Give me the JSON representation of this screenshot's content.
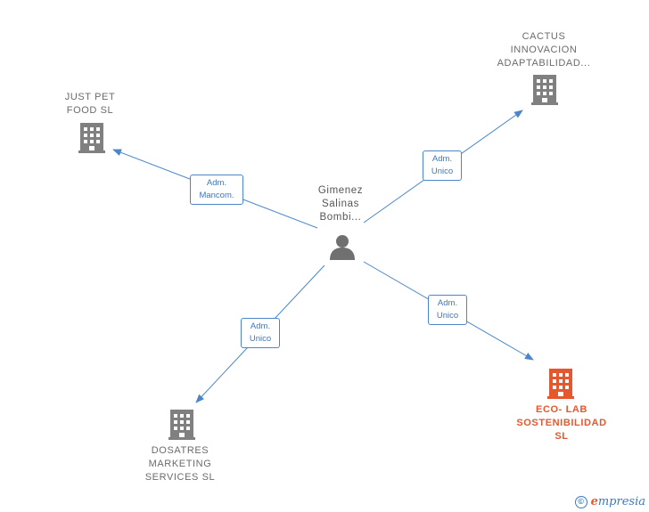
{
  "center": {
    "name": "Gimenez\nSalinas\nBombi..."
  },
  "companies": [
    {
      "id": "cactus",
      "name": "CACTUS\nINNOVACION\nADAPTABILIDAD...",
      "relation": "Adm.\nUnico",
      "highlight": false
    },
    {
      "id": "justpet",
      "name": "JUST PET\nFOOD  SL",
      "relation": "Adm.\nMancom.",
      "highlight": false
    },
    {
      "id": "dosatres",
      "name": "DOSATRES\nMARKETING\nSERVICES  SL",
      "relation": "Adm.\nUnico",
      "highlight": false
    },
    {
      "id": "ecolab",
      "name": "ECO- LAB\nSOSTENIBILIDAD\nSL",
      "relation": "Adm.\nUnico",
      "highlight": true
    }
  ],
  "colors": {
    "edge": "#4a86c8",
    "building": "#808080",
    "building_highlight": "#e5582d",
    "person": "#707070"
  },
  "footer": {
    "copyright_symbol": "©",
    "brand_initial": "e",
    "brand_rest": "mpresia"
  }
}
